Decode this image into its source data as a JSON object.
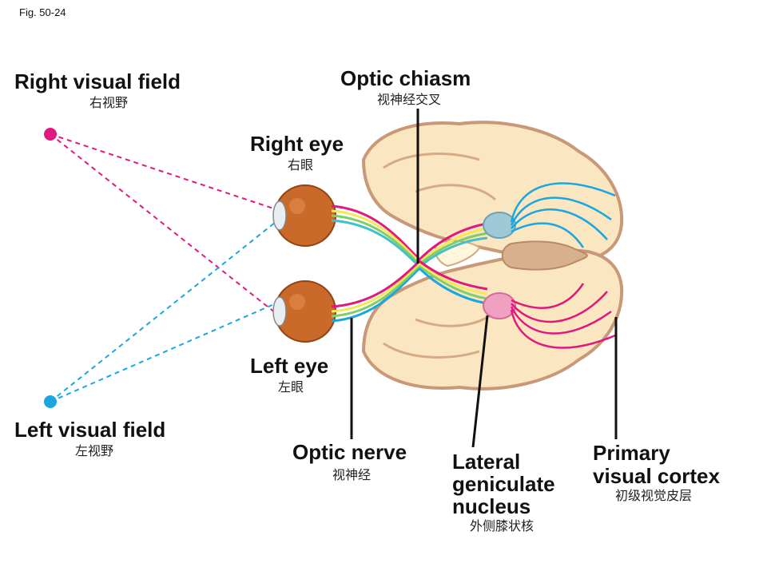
{
  "figure_label": "Fig. 50-24",
  "labels": {
    "right_visual_field": {
      "en": "Right visual field",
      "zh": "右视野"
    },
    "left_visual_field": {
      "en": "Left visual field",
      "zh": "左视野"
    },
    "optic_chiasm": {
      "en": "Optic chiasm",
      "zh": "视神经交叉"
    },
    "right_eye": {
      "en": "Right eye",
      "zh": "右眼"
    },
    "left_eye": {
      "en": "Left eye",
      "zh": "左眼"
    },
    "optic_nerve": {
      "en": "Optic nerve",
      "zh": "视神经"
    },
    "lgn": {
      "en_line1": "Lateral",
      "en_line2": "geniculate",
      "en_line3": "nucleus",
      "zh": "外侧膝状核"
    },
    "cortex": {
      "en_line1": "Primary",
      "en_line2": "visual cortex",
      "zh": "初级视觉皮层"
    }
  },
  "colors": {
    "right_field": "#e0197d",
    "left_field": "#1aa7e0",
    "brain_fill": "#fbe6c2",
    "brain_outline": "#c99877",
    "brainstem": "#d9b08c",
    "eye_iris": "#c96a2a",
    "pathway_yellow": "#f2e85a",
    "pathway_green": "#7fce6a",
    "pathway_teal": "#45bfc8"
  }
}
